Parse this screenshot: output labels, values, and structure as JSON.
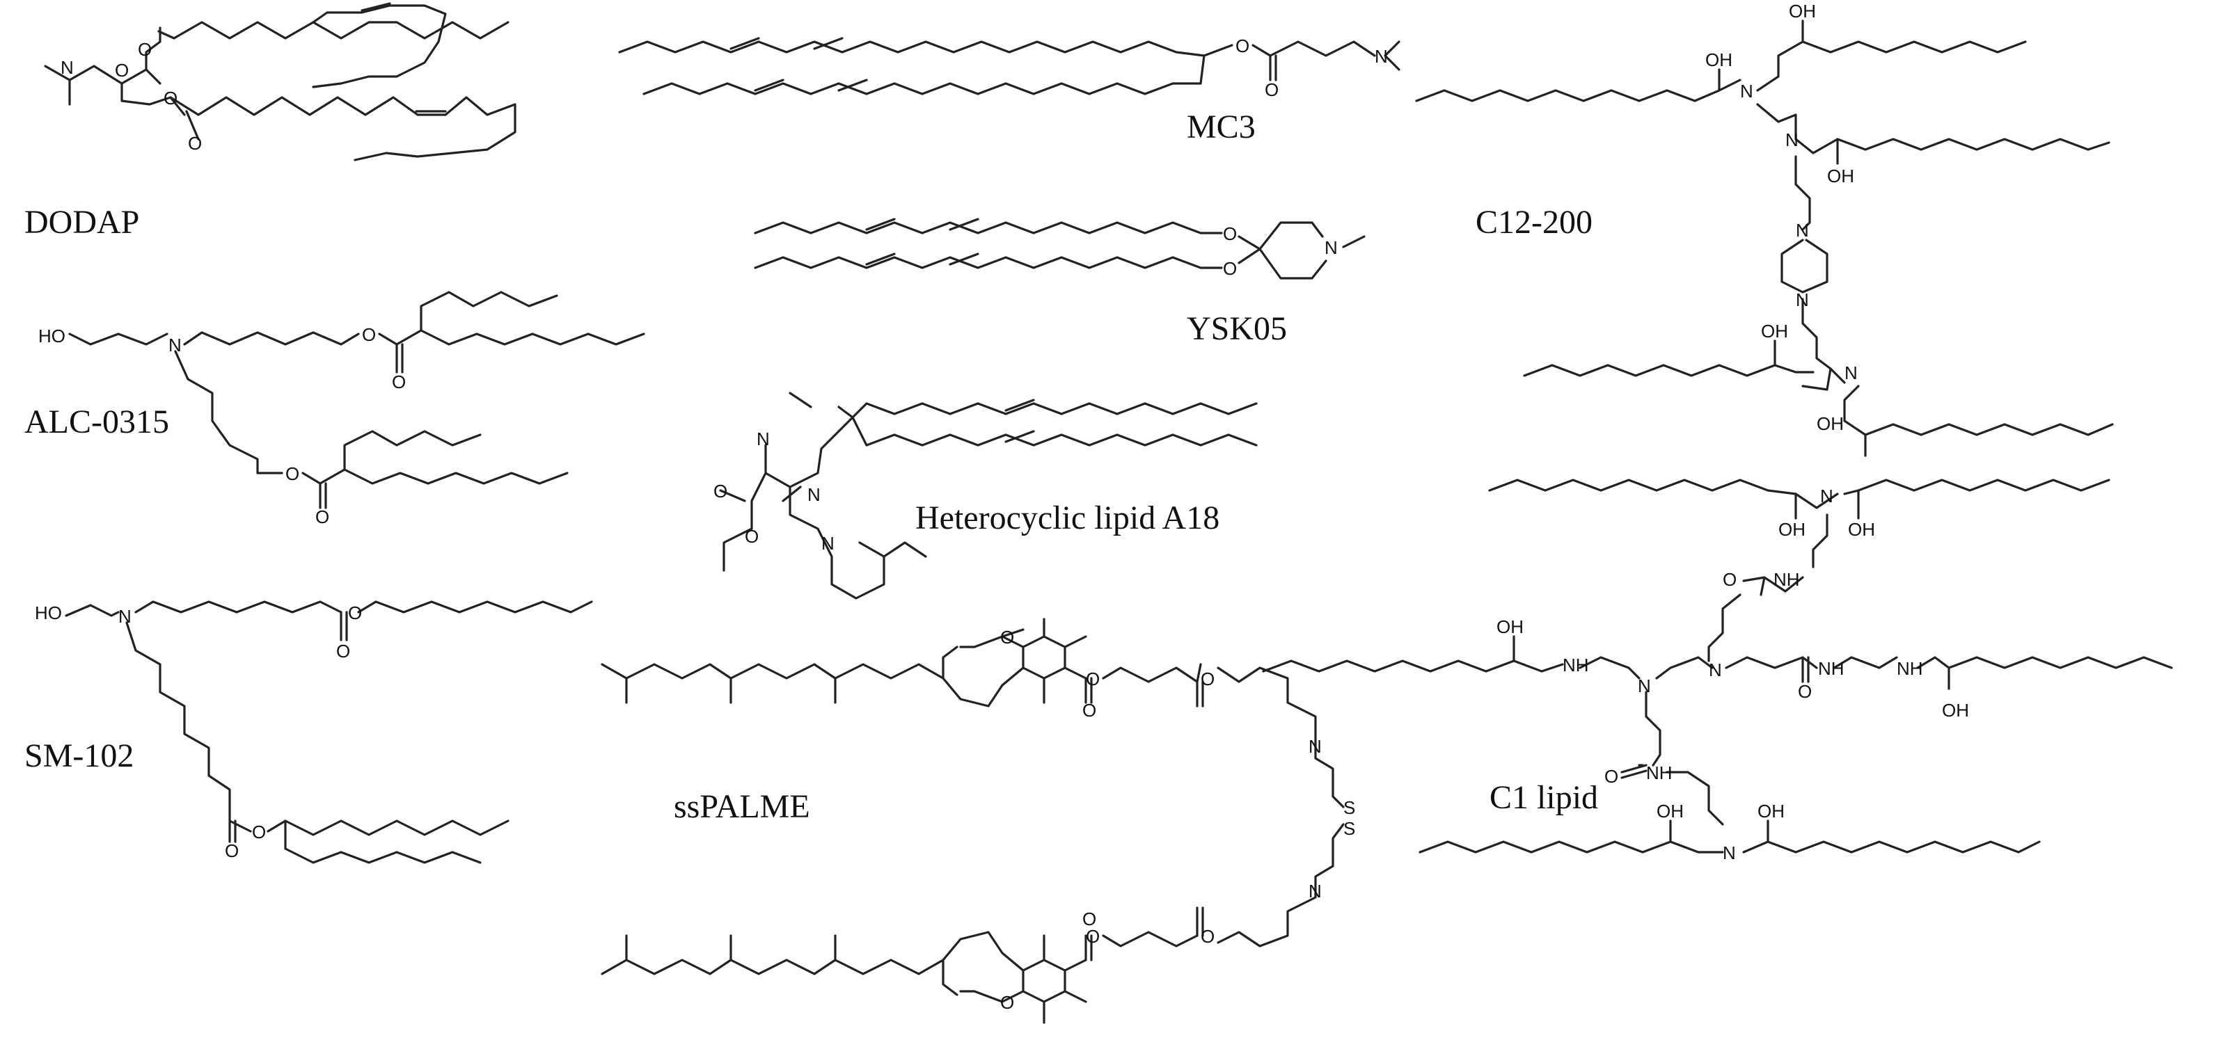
{
  "compounds": [
    {
      "id": "dodap",
      "name": "DODAP",
      "atoms": [
        "N",
        "O",
        "O",
        "O",
        "O"
      ]
    },
    {
      "id": "mc3",
      "name": "MC3",
      "atoms": [
        "O",
        "O",
        "N"
      ]
    },
    {
      "id": "c12-200",
      "name": "C12-200",
      "atoms": [
        "OH",
        "OH",
        "N",
        "N",
        "OH",
        "N",
        "N",
        "OH",
        "N",
        "OH"
      ]
    },
    {
      "id": "ysk05",
      "name": "YSK05",
      "atoms": [
        "O",
        "O",
        "N"
      ]
    },
    {
      "id": "alc-0315",
      "name": "ALC-0315",
      "atoms": [
        "HO",
        "N",
        "O",
        "O",
        "O",
        "O"
      ]
    },
    {
      "id": "a18",
      "name": "Heterocyclic lipid A18",
      "atoms": [
        "N",
        "N",
        "O",
        "O",
        "N"
      ]
    },
    {
      "id": "c1",
      "name": "C1 lipid",
      "atoms": [
        "OH",
        "OH",
        "N",
        "O",
        "NH",
        "N",
        "OH",
        "NH",
        "N",
        "O",
        "NH",
        "NH",
        "OH",
        "O",
        "NH",
        "OH",
        "N",
        "OH"
      ]
    },
    {
      "id": "sm-102",
      "name": "SM-102",
      "atoms": [
        "HO",
        "N",
        "O",
        "O",
        "O",
        "O"
      ]
    },
    {
      "id": "sspalme",
      "name": "ssPALME",
      "atoms": [
        "O",
        "O",
        "O",
        "O",
        "N",
        "S",
        "S",
        "N",
        "O",
        "O",
        "O",
        "O"
      ]
    }
  ]
}
